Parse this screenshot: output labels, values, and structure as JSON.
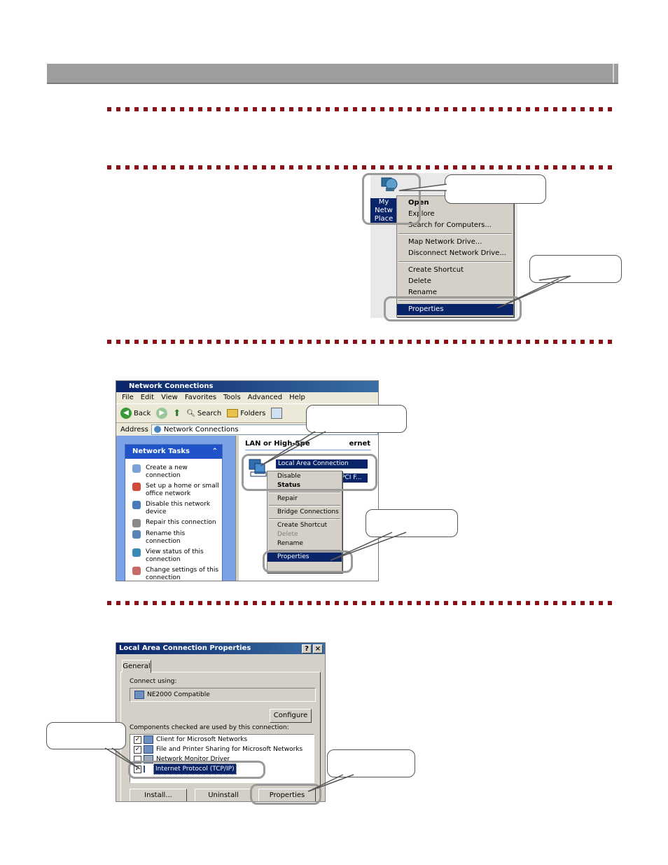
{
  "step1": {
    "menu": {
      "icon_label": "My Network Places",
      "icon_label_visible_1": "My Netw",
      "icon_label_visible_2": "Place",
      "groups": [
        [
          "Open",
          "Explore",
          "Search for Computers..."
        ],
        [
          "Map Network Drive...",
          "Disconnect Network Drive..."
        ],
        [
          "Create Shortcut",
          "Delete",
          "Rename"
        ],
        [
          "Properties"
        ]
      ]
    }
  },
  "step2": {
    "window": {
      "title": "Network Connections",
      "menubar": [
        "File",
        "Edit",
        "View",
        "Favorites",
        "Tools",
        "Advanced",
        "Help"
      ],
      "toolbar": {
        "back": "Back",
        "search": "Search",
        "folders": "Folders"
      },
      "address_label": "Address",
      "address_value": "Network Connections",
      "tasks_title": "Network Tasks",
      "tasks": [
        "Create a new connection",
        "Set up a home or small office network",
        "Disable this network device",
        "Repair this connection",
        "Rename this connection",
        "View status of this connection",
        "Change settings of this connection"
      ],
      "group_heading": "LAN or High-Speed Internet",
      "group_heading_visible_1": "LAN or High-Spe",
      "group_heading_visible_2": "ernet",
      "connection_name": "Local Area Connection",
      "connection_sub": "PCI F...",
      "context_menu": {
        "group1": [
          "Disable",
          "Status"
        ],
        "group2": [
          "Repair"
        ],
        "group3": [
          "Bridge Connections"
        ],
        "group4": [
          "Create Shortcut",
          "Delete",
          "Rename"
        ],
        "group5": [
          "Properties"
        ]
      }
    }
  },
  "step3": {
    "dialog": {
      "title": "Local Area Connection Properties",
      "help_btn": "?",
      "close_btn": "×",
      "tab": "General",
      "connect_using_label": "Connect using:",
      "adapter": "NE2000 Compatible",
      "configure_btn": "Configure",
      "components_label": "Components checked are used by this connection:",
      "components": [
        "Client for Microsoft Networks",
        "File and Printer Sharing for Microsoft Networks",
        "Network Monitor Driver",
        "Internet Protocol (TCP/IP)"
      ],
      "install_btn": "Install...",
      "uninstall_btn": "Uninstall",
      "properties_btn": "Properties"
    }
  }
}
